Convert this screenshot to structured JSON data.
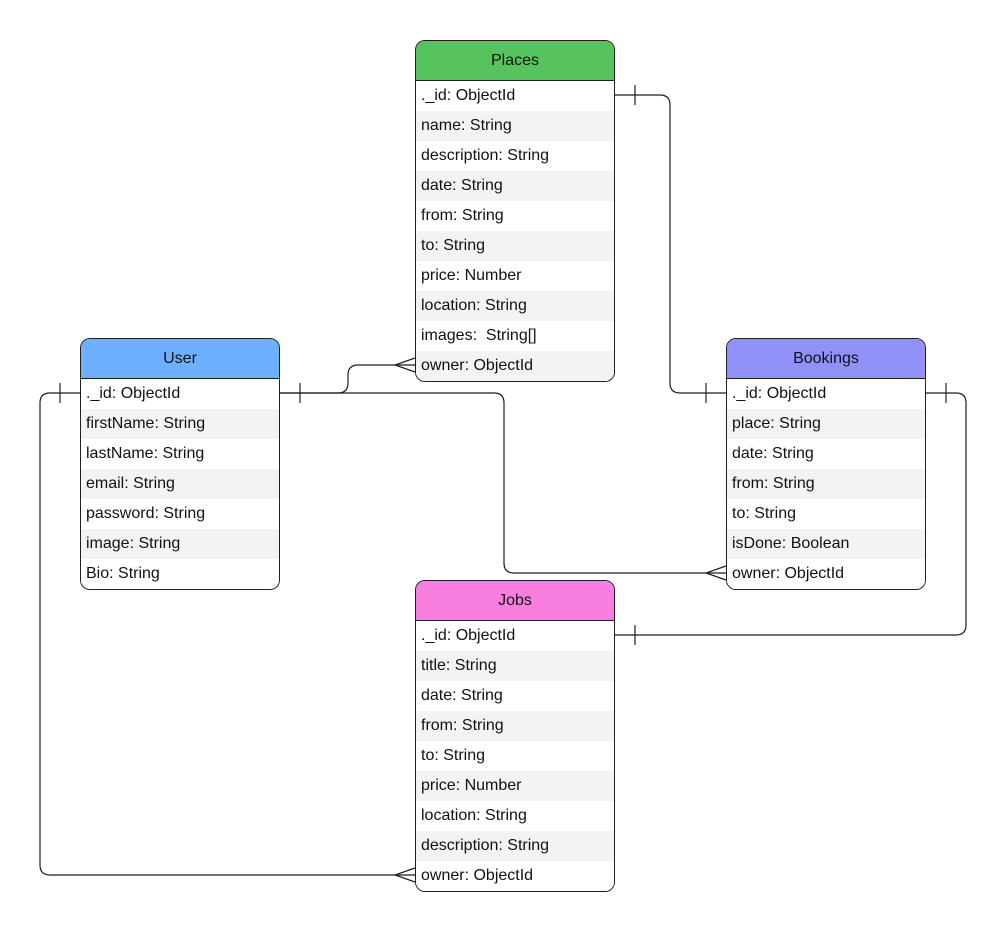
{
  "entities": {
    "places": {
      "title": "Places",
      "color": "#56c35f",
      "fields": [
        "._id: ObjectId",
        "name: String",
        "description: String",
        "date: String",
        "from: String",
        "to: String",
        "price: Number",
        "location: String",
        "images:  String[]",
        "owner: ObjectId"
      ]
    },
    "user": {
      "title": "User",
      "color": "#6cb0ff",
      "fields": [
        "._id: ObjectId",
        "firstName: String",
        "lastName: String",
        "email: String",
        "password: String",
        "image: String",
        "Bio: String"
      ]
    },
    "bookings": {
      "title": "Bookings",
      "color": "#9191fb",
      "fields": [
        "._id: ObjectId",
        "place: String",
        "date: String",
        "from: String",
        "to: String",
        "isDone: Boolean",
        "owner: ObjectId"
      ]
    },
    "jobs": {
      "title": "Jobs",
      "color": "#f87ee0",
      "fields": [
        "._id: ObjectId",
        "title: String",
        "date: String",
        "from: String",
        "to: String",
        "price: Number",
        "location: String",
        "description: String",
        "owner: ObjectId"
      ]
    }
  },
  "relationships": [
    {
      "from": "user._id",
      "to": "places.owner",
      "cardinality": "one-to-many"
    },
    {
      "from": "user._id",
      "to": "bookings.owner",
      "cardinality": "one-to-many"
    },
    {
      "from": "user._id",
      "to": "jobs.owner",
      "cardinality": "one-to-many"
    },
    {
      "from": "places._id",
      "to": "bookings._id",
      "cardinality": "one-to-one"
    },
    {
      "from": "bookings._id",
      "to": "jobs._id",
      "cardinality": "one-to-one"
    }
  ]
}
